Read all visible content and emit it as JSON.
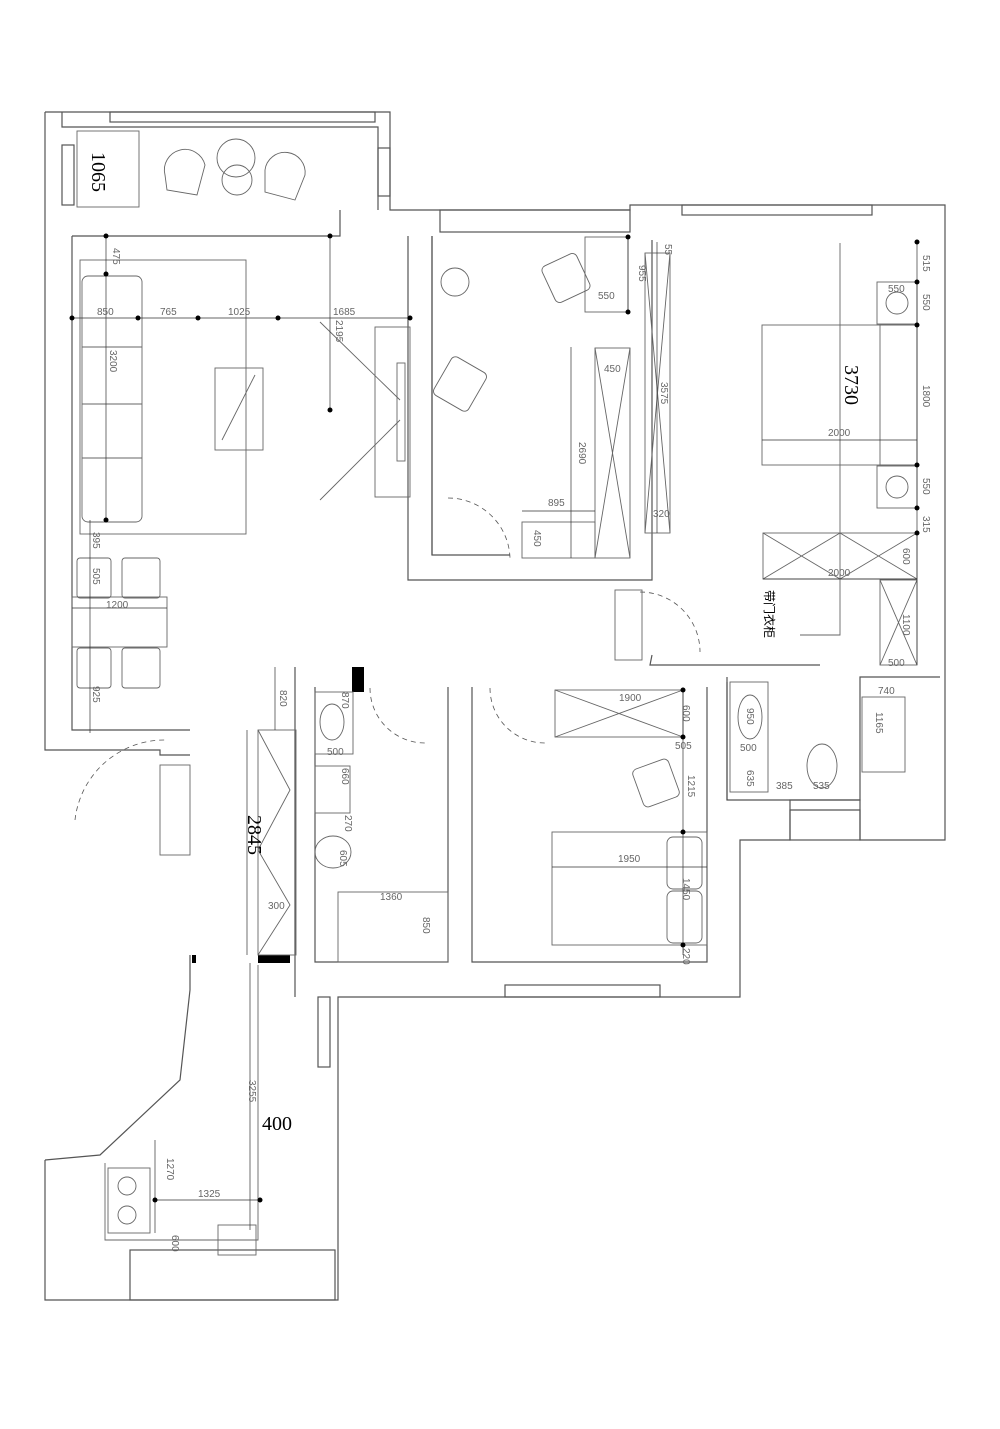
{
  "plan": {
    "living": {
      "d1065": "1065",
      "d475": "475",
      "d850": "850",
      "d765": "765",
      "d1025": "1025",
      "d1685": "1685",
      "d2195": "2195",
      "d3200": "3200",
      "d395": "395",
      "d505": "505",
      "d1200": "1200",
      "d925": "925"
    },
    "study": {
      "d955": "955",
      "d550": "550",
      "d450a": "450",
      "d2690": "2690",
      "d895": "895",
      "d450b": "450",
      "d3575": "3575",
      "d320": "320",
      "d55": "55"
    },
    "master_bedroom": {
      "d3730": "3730",
      "d515": "515",
      "d550a": "550",
      "d550b": "550",
      "d1800": "1800",
      "d2000a": "2000",
      "d550c": "550",
      "d315": "315",
      "d600": "600",
      "d2000b": "2000",
      "wardrobe_label": "带门衣柜",
      "d1100": "1100",
      "d500": "500"
    },
    "bathroom1": {
      "d820": "820",
      "d870": "870",
      "d500": "500",
      "d660": "660",
      "d270": "270",
      "d2845": "2845",
      "d605": "605",
      "d1360": "1360",
      "d300": "300",
      "d850": "850"
    },
    "bedroom2": {
      "d1900": "1900",
      "d600": "600",
      "d505": "505",
      "d1215": "1215",
      "d1950": "1950",
      "d1450": "1450",
      "d220": "220"
    },
    "bathroom2": {
      "d950": "950",
      "d500": "500",
      "d635": "635",
      "d385": "385",
      "d535": "535",
      "d740": "740",
      "d1165": "1165"
    },
    "kitchen": {
      "d3255": "3255",
      "d400": "400",
      "d1270": "1270",
      "d1325": "1325",
      "d600": "600"
    }
  }
}
